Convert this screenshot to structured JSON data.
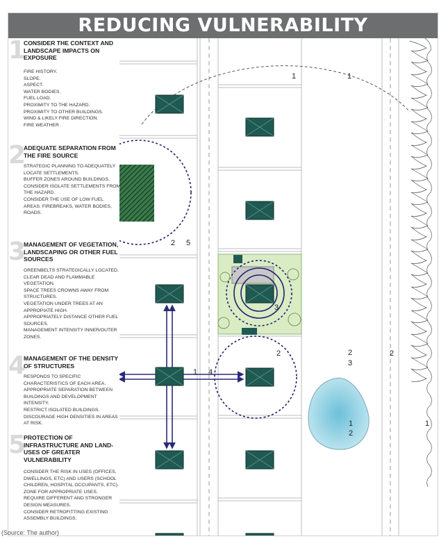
{
  "title": "REDUCING VULNERABILITY",
  "sections": [
    {
      "number": "1",
      "heading": "CONSIDER THE CONTEXT AND LANDSCAPE IMPACTS ON EXPOSURE",
      "items": [
        "FIRE HISTORY.",
        "SLOPE.",
        "ASPECT.",
        "WATER BODIES.",
        "FUEL LOAD.",
        "PROXIMITY TO THE HAZARD.",
        "PROXIMITY TO OTHER BUILDINGS.",
        "WIND & LIKELY FIRE DIRECTION.",
        "FIRE WEATHER ."
      ]
    },
    {
      "number": "2",
      "heading": "ADEQUATE SEPARATION FROM THE FIRE SOURCE",
      "items": [
        "STRATEGIC PLANNING TO ADEQUATELY LOCATE SETTLEMENTS.",
        "BUFFER ZONES AROUND BUILDINGS.",
        "CONSIDER ISOLATE SETTLEMENTS FROM THE HAZARD.",
        "CONSIDER THE USE OF LOW FUEL AREAS: FIREBREAKS, WATER BODIES, ROADS."
      ]
    },
    {
      "number": "3",
      "heading": "MANAGEMENT OF VEGETATION, LANDSCAPING OR OTHER FUEL SOURCES",
      "items": [
        "GREENBELTS STRATEGICALLY LOCATED.",
        "CLEAR DEAD AND FLAMMABLE VEGETATION.",
        "SPACE TREES CROWNS AWAY FROM STRUCTURES.",
        "VEGETATION UNDER TREES AT AN APPROPIATE HIGH.",
        "APPROPRIATELY  DISTANCE OTHER FUEL SOURCES.",
        "MANAGEMENT INTENSITY INNER/OUTER ZONES."
      ]
    },
    {
      "number": "4",
      "heading": "MANAGEMENT OF THE DENSITY OF STRUCTURES",
      "items": [
        "RESPONDS TO SPECIFIC CHARACTERISTICS OF EACH AREA.",
        "APPROPRIATE SEPARATION BETWEEN BUILDINGS AND DEVELOPMENT INTENSITY.",
        "RESTRICT ISOLATED BUILDINGS.",
        "DISCOURAGE HIGH DENSITIES IN AREAS AT RISK."
      ]
    },
    {
      "number": "5",
      "heading": "PROTECTION OF INFRASTRUCTURE AND LAND-USES OF GREATER VULNERABILITY",
      "items": [
        "CONSIDER THE RISK IN USES (OFFICES, DWELLINGS, ETC) AND USERS  (SCHOOL CHILDREN, HOSPITAL OCCUPANTS, ETC).",
        "ZONE FOR APPROPRIATE USES.",
        "REQUIRE DIFFERENT AND STRONGER DESIGN MEASURES.",
        "CONSIDER RETROFITTING EXISTING ASSEMBLY BUILDINGS."
      ]
    }
  ],
  "diagram_labels": {
    "fire_path_a": "1",
    "fire_path_b": "1",
    "buffer_left_a": "2",
    "buffer_left_b": "5",
    "vegetation": "3",
    "density_a": "1",
    "density_b": "4",
    "buffer_mid": "2",
    "road_a": "2",
    "road_b": "3",
    "road_c": "2",
    "pond_a": "1",
    "pond_b": "2",
    "forest": "1"
  },
  "caption": "(Source: The author)",
  "colors": {
    "banner": "#6c6e6f",
    "building": "#1f5a52",
    "arrow": "#2a2a7a",
    "buffer_circle": "#1f1f6e",
    "vegetation": "#d9ecc4",
    "water": "#9fd4e4"
  }
}
